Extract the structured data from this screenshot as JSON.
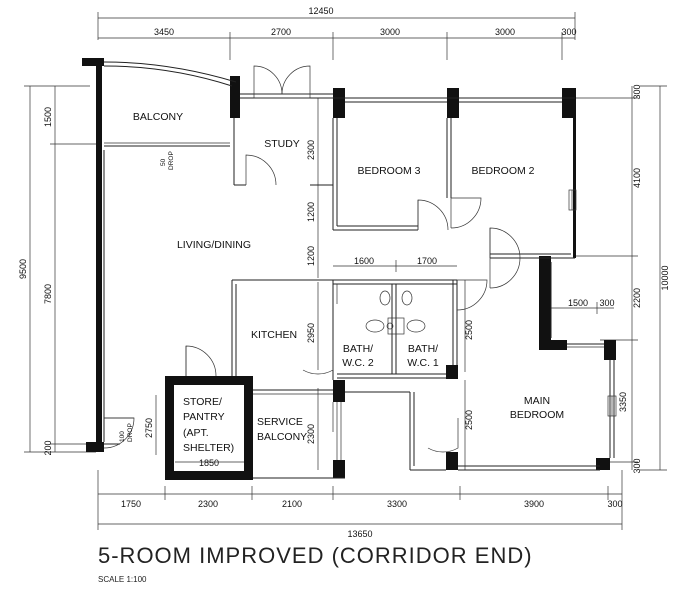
{
  "title": "5-ROOM IMPROVED (CORRIDOR END)",
  "scale": "SCALE 1:100",
  "rooms": {
    "balcony": "BALCONY",
    "study": "STUDY",
    "bedroom3": "BEDROOM 3",
    "bedroom2": "BEDROOM 2",
    "living": "LIVING/DINING",
    "kitchen": "KITCHEN",
    "bath2_a": "BATH/",
    "bath2_b": "W.C. 2",
    "bath1_a": "BATH/",
    "bath1_b": "W.C. 1",
    "main_a": "MAIN",
    "main_b": "BEDROOM",
    "store_a": "STORE/",
    "store_b": "PANTRY",
    "store_c": "(APT.",
    "store_d": "SHELTER)",
    "service_a": "SERVICE",
    "service_b": "BALCONY"
  },
  "notes": {
    "drop_a_1": "50",
    "drop_a_2": "DROP",
    "drop_b_1": "100",
    "drop_b_2": "DROP"
  },
  "dims": {
    "top_total": "12450",
    "top_1": "3450",
    "top_2": "2700",
    "top_3": "3000",
    "top_4": "3000",
    "top_5": "300",
    "bottom_total": "13650",
    "bottom_1": "1750",
    "bottom_2": "2300",
    "bottom_3": "2100",
    "bottom_4": "3300",
    "bottom_5": "3900",
    "bottom_6": "300",
    "left_total": "9500",
    "left_1": "1500",
    "left_2": "7800",
    "left_3": "200",
    "right_total": "10000",
    "right_1": "300",
    "right_2": "4100",
    "right_3": "2200",
    "right_4": "3350",
    "right_5": "300",
    "study_h": "2300",
    "study_gap": "1200",
    "liv_gap": "1200",
    "kitchen_h": "2950",
    "service_h": "2300",
    "bath2_w": "1600",
    "bath1_w": "1700",
    "bath_h": "2500",
    "bath_h2": "2500",
    "main_w": "1500",
    "main_w2": "300",
    "store_w": "1850",
    "store_h": "2750"
  }
}
